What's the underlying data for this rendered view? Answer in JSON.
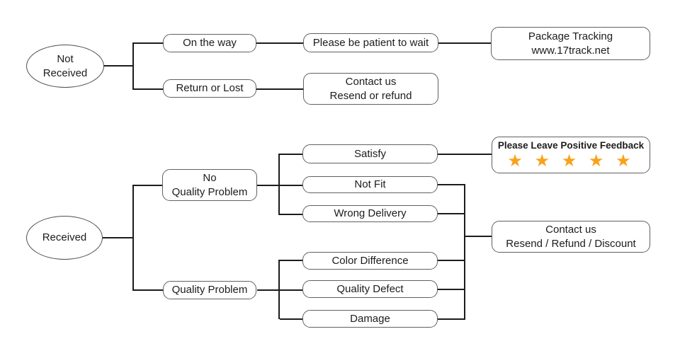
{
  "colors": {
    "background": "#ffffff",
    "connector_line": "#1c1c1c",
    "box_border": "#606060",
    "box_fill": "#ffffff",
    "text": "#1c1c1c",
    "star": "#f9a11b"
  },
  "not_received_flow": {
    "start_line1": "Not",
    "start_line2": "Received",
    "on_the_way": "On the way",
    "be_patient": "Please be patient to wait",
    "package_tracking_line1": "Package Tracking",
    "package_tracking_line2": "www.17track.net",
    "return_or_lost": "Return or Lost",
    "contact_line1": "Contact us",
    "contact_line2": "Resend or refund"
  },
  "received_flow": {
    "start": "Received",
    "no_quality_problem_line1": "No",
    "no_quality_problem_line2": "Quality Problem",
    "satisfy": "Satisfy",
    "feedback_label": "Please Leave Positive Feedback",
    "feedback_stars": "★ ★ ★ ★ ★",
    "not_fit": "Not Fit",
    "wrong_delivery": "Wrong Delivery",
    "quality_problem": "Quality Problem",
    "color_difference": "Color Difference",
    "quality_defect": "Quality Defect",
    "damage": "Damage",
    "contact_line1": "Contact us",
    "contact_line2": "Resend / Refund / Discount"
  }
}
